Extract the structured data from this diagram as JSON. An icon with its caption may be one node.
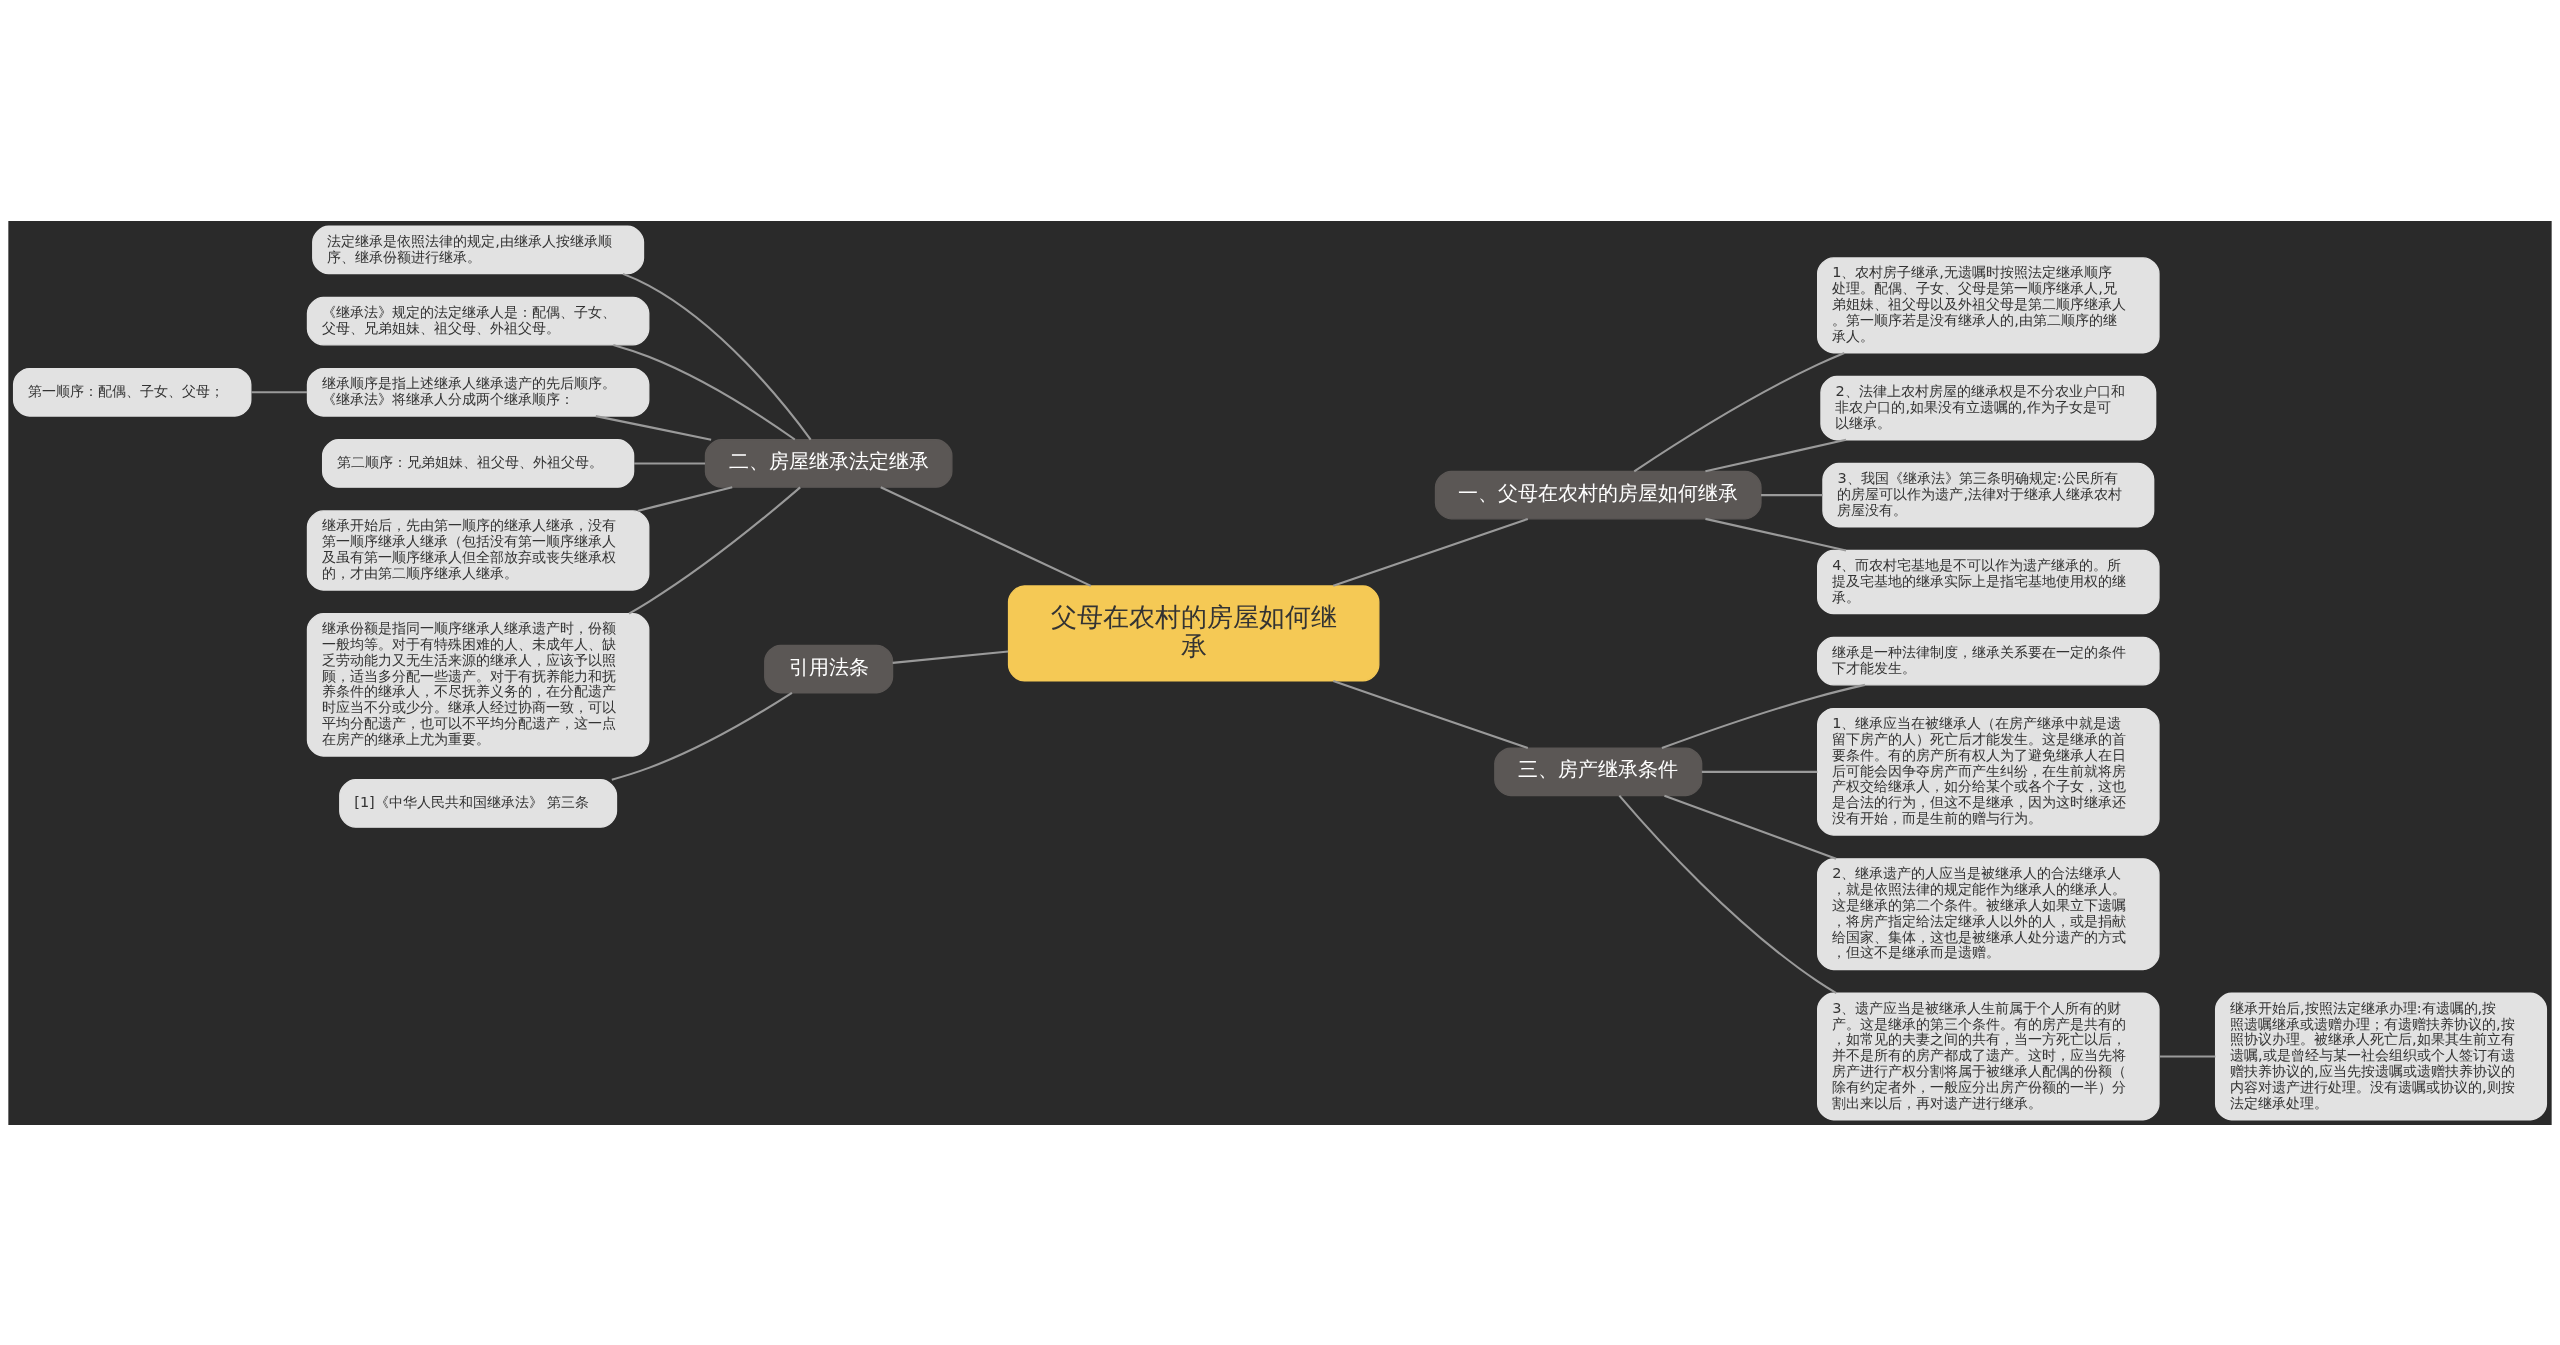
{
  "diagram": {
    "nodes": [
      {
        "text": [
          "父母在农村的房屋如何继承"
        ]
      },
      {
        "text": [
          "一、父母在农村的房屋如何继承"
        ]
      },
      {
        "text": [
          "1、农村房子继承,无遗嘱时按照法定继承顺序处理。配偶、子女、父母是第一顺序继承人,兄弟姐妹、祖父母以及外祖父母是第二顺序继承人。第一顺序若是没有继承人的,由第二顺序的继承人。"
        ]
      },
      {
        "text": [
          "2、法律上农村房屋的继承权是不分农业户口和非农户口的,如果没有立遗嘱的,作为子女是可以继承。"
        ]
      },
      {
        "text": [
          "3、我国《继承法》第三条明确规定:公民所有的房屋可以作为遗产,法律对于继承人继承农村房屋没有。"
        ]
      },
      {
        "text": [
          "4、而农村宅基地是不可以作为遗产继承的。所提及宅基地的继承实际上是指宅基地使用权的继承。"
        ]
      },
      {
        "text": [
          "三、房产继承条件"
        ]
      },
      {
        "text": [
          "继承是一种法律制度，继承关系要在一定的条件下才能发生。"
        ]
      },
      {
        "text": [
          "1、继承应当在被继承人（在房产继承中就是遗留下房产的人）死亡后才能发生。这是继承的首要条件。有的房产所有权人为了避免继承人在日后可能会因争夺房产而产生纠纷，在生前就将房产权交给继承人，如分给某个或各个子女，这也是合法的行为，但这不是继承，因为这时继承还没有开始，而是生前的赠与行为。"
        ]
      },
      {
        "text": [
          "2、继承遗产的人应当是被继承人的合法继承人，就是依照法律的规定能作为继承人的继承人。这是继承的第二个条件。被继承人如果立下遗嘱，将房产指定给法定继承人以外的人，或是捐献给国家、集体，这也是被继承人处分遗产的方式，但这不是继承而是遗赠。"
        ]
      },
      {
        "text": [
          "3、遗产应当是被继承人生前属于个人所有的财产。这是继承的第三个条件。有的房产是共有的，如常见的夫妻之间的共有，当一方死亡以后，并不是所有的房产都成了遗产。这时，应当先将房产进行产权分割将属于被继承人配偶的份额（除有约定者外，一般应分出房产份额的一半）分割出来以后，再对遗产进行继承。"
        ]
      },
      {
        "text": [
          "继承开始后,按照法定继承办理:有遗嘱的,按照遗嘱继承或遗赠办理；有遗赠扶养协议的,按照协议办理。被继承人死亡后,如果其生前立有遗嘱,或是曾经与某一社会组织或个人签订有遗赠扶养协议的,应当先按遗嘱或遗赠扶养协议的内容对遗产进行处理。没有遗嘱或协议的,则按法定继承处理。"
        ]
      },
      {
        "text": [
          "二、房屋继承法定继承"
        ]
      },
      {
        "text": [
          "法定继承是依照法律的规定,由继承人按继承顺序、继承份额进行继承。"
        ]
      },
      {
        "text": [
          "《继承法》规定的法定继承人是：配偶、子女、父母、兄弟姐妹、祖父母、外祖父母。"
        ]
      },
      {
        "text": [
          "继承顺序是指上述继承人继承遗产的先后顺序。《继承法》将继承人分成两个继承顺序："
        ]
      },
      {
        "text": [
          "第一顺序：配偶、子女、父母；"
        ]
      },
      {
        "text": [
          "第二顺序：兄弟姐妹、祖父母、外祖父母。"
        ]
      },
      {
        "text": [
          "继承开始后，先由第一顺序的继承人继承，没有第一顺序继承人继承（包括没有第一顺序继承人及虽有第一顺序继承人但全部放弃或丧失继承权的，才由第二顺序继承人继承。"
        ]
      },
      {
        "text": [
          "继承份额是指同一顺序继承人继承遗产时，份额一般均等。对于有特殊困难的人、未成年人、缺乏劳动能力又无生活来源的继承人，应该予以照顾，适当多分配一些遗产。对于有抚养能力和抚养条件的继承人，不尽抚养义务的，在分配遗产时应当不分或少分。继承人经过协商一致，可以平均分配遗产，也可以不平均分配遗产，这一点在房产的继承上尤为重要。"
        ]
      },
      {
        "text": [
          "引用法条"
        ]
      },
      {
        "text": [
          "[1]《中华人民共和国继承法》 第三条"
        ]
      }
    ],
    "edges": [
      {
        "from": 0,
        "to": 1,
        "arrow": "none"
      },
      {
        "from": 1,
        "to": 2,
        "arrow": "none"
      },
      {
        "from": 1,
        "to": 3,
        "arrow": "none"
      },
      {
        "from": 1,
        "to": 4,
        "arrow": "none"
      },
      {
        "from": 1,
        "to": 5,
        "arrow": "none"
      },
      {
        "from": 0,
        "to": 6,
        "arrow": "none"
      },
      {
        "from": 6,
        "to": 7,
        "arrow": "none"
      },
      {
        "from": 6,
        "to": 8,
        "arrow": "none"
      },
      {
        "from": 6,
        "to": 9,
        "arrow": "none"
      },
      {
        "from": 6,
        "to": 10,
        "arrow": "none"
      },
      {
        "from": 10,
        "to": 11,
        "arrow": "none"
      },
      {
        "from": 0,
        "to": 12,
        "arrow": "none"
      },
      {
        "from": 12,
        "to": 13,
        "arrow": "none"
      },
      {
        "from": 12,
        "to": 14,
        "arrow": "none"
      },
      {
        "from": 12,
        "to": 15,
        "arrow": "none"
      },
      {
        "from": 15,
        "to": 16,
        "arrow": "none"
      },
      {
        "from": 12,
        "to": 17,
        "arrow": "none"
      },
      {
        "from": 12,
        "to": 18,
        "arrow": "none"
      },
      {
        "from": 12,
        "to": 19,
        "arrow": "none"
      },
      {
        "from": 0,
        "to": 20,
        "arrow": "none"
      },
      {
        "from": 20,
        "to": 21,
        "arrow": "none"
      }
    ]
  }
}
